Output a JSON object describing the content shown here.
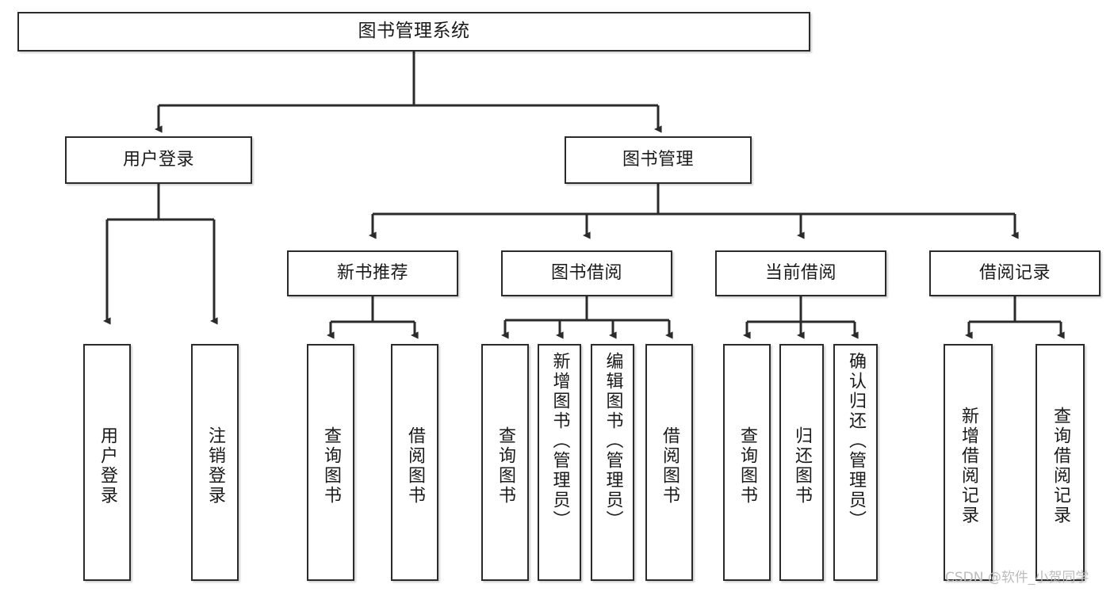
{
  "diagram": {
    "title": "图书管理系统",
    "type": "hierarchy-tree",
    "watermark": "CSDN @软件_小贺同学",
    "colors": {
      "box_border": "#2b2b2b",
      "box_fill": "#ffffff",
      "connector": "#2b2b2b",
      "text": "#1a1a1a",
      "watermark": "#bcbcbc",
      "background": "#ffffff"
    },
    "root": {
      "label": "图书管理系统"
    },
    "level1": [
      {
        "label": "用户登录"
      },
      {
        "label": "图书管理"
      }
    ],
    "level2": [
      {
        "label": "新书推荐"
      },
      {
        "label": "图书借阅"
      },
      {
        "label": "当前借阅"
      },
      {
        "label": "借阅记录"
      }
    ],
    "leaves": {
      "user_login": [
        {
          "label": "用户登录"
        },
        {
          "label": "注销登录"
        }
      ],
      "new_book_recommend": [
        {
          "label": "查询图书"
        },
        {
          "label": "借阅图书"
        }
      ],
      "book_borrow": [
        {
          "label": "查询图书"
        },
        {
          "label": "新增图书（管理员）"
        },
        {
          "label": "编辑图书（管理员）"
        },
        {
          "label": "借阅图书"
        }
      ],
      "current_borrow": [
        {
          "label": "查询图书"
        },
        {
          "label": "归还图书"
        },
        {
          "label": "确认归还（管理员）"
        }
      ],
      "borrow_record": [
        {
          "label": "新增借阅记录"
        },
        {
          "label": "查询借阅记录"
        }
      ]
    }
  }
}
